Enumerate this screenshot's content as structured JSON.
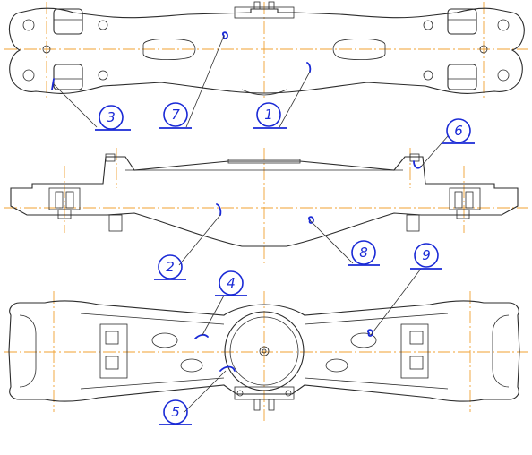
{
  "diagram": {
    "views": [
      "top-view",
      "front-view",
      "bottom-view"
    ],
    "callouts": [
      {
        "id": "c1",
        "label": "1"
      },
      {
        "id": "c2",
        "label": "2"
      },
      {
        "id": "c3",
        "label": "3"
      },
      {
        "id": "c4",
        "label": "4"
      },
      {
        "id": "c5",
        "label": "5"
      },
      {
        "id": "c6",
        "label": "6"
      },
      {
        "id": "c7",
        "label": "7"
      },
      {
        "id": "c8",
        "label": "8"
      },
      {
        "id": "c9",
        "label": "9"
      }
    ],
    "colors": {
      "outline": "#2b2b2b",
      "axis": "#f0a030",
      "annotation": "#1a2ad6"
    }
  }
}
